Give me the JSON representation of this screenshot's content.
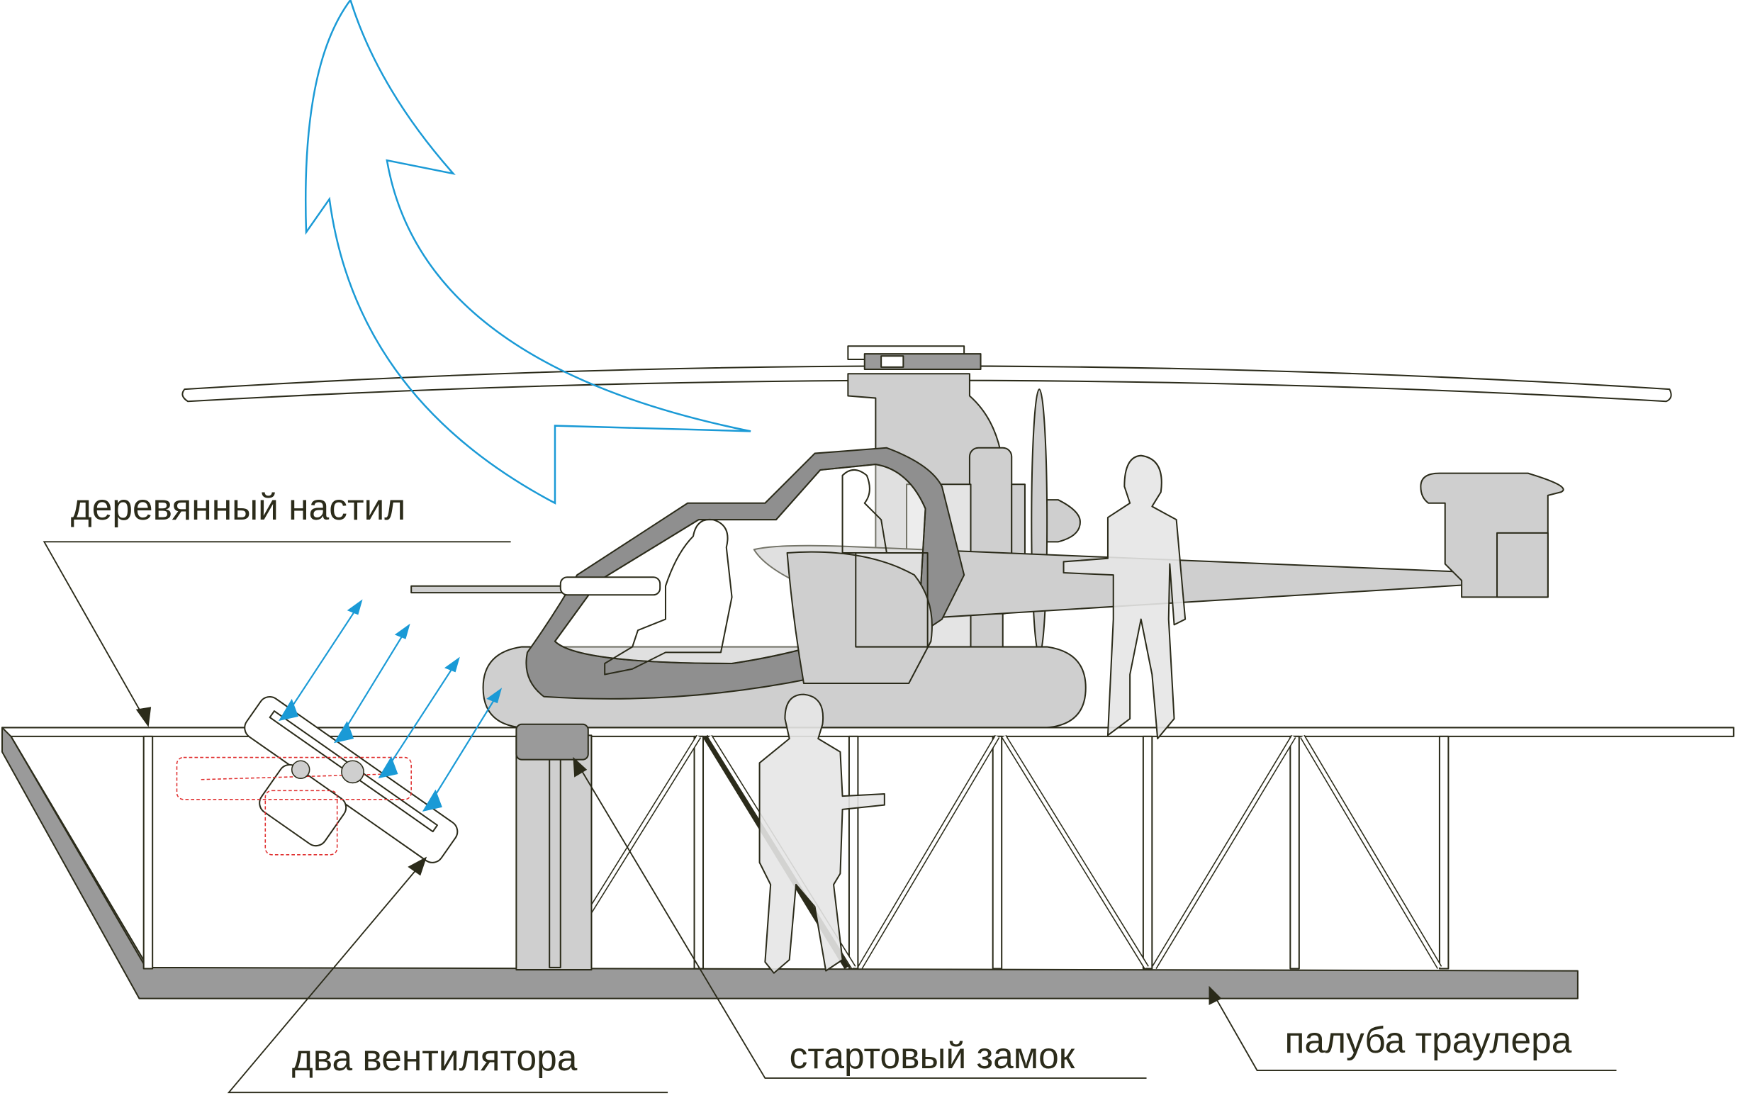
{
  "labels": {
    "wooden_deck": "деревянный настил",
    "two_fans": "два вентилятора",
    "launch_lock": "стартовый замок",
    "trawler_deck": "палуба траулера"
  },
  "colors": {
    "airflow": "#1a9ad6",
    "outline": "#2b2b1a",
    "light_grey": "#cfcfcf",
    "mid_grey": "#9a9a9a",
    "dark_grey": "#8a8a8a",
    "fan_outline": "#e03030"
  }
}
